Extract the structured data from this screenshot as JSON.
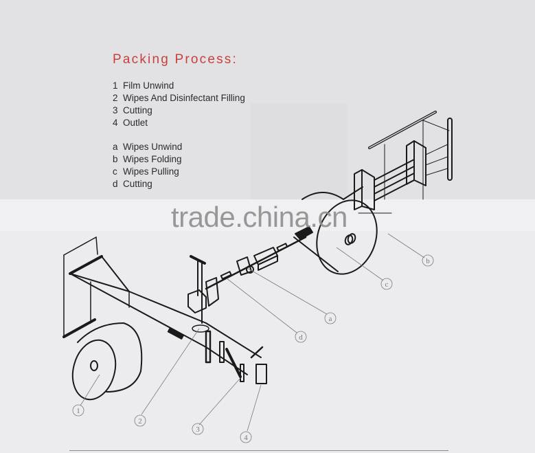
{
  "title": "Packing Process:",
  "process_steps": [
    {
      "key": "1",
      "label": "Film Unwind"
    },
    {
      "key": "2",
      "label": "Wipes And Disinfectant Filling"
    },
    {
      "key": "3",
      "label": "Cutting"
    },
    {
      "key": "4",
      "label": "Outlet"
    }
  ],
  "wipes_steps": [
    {
      "key": "a",
      "label": "Wipes Unwind"
    },
    {
      "key": "b",
      "label": "Wipes Folding"
    },
    {
      "key": "c",
      "label": "Wipes Pulling"
    },
    {
      "key": "d",
      "label": "Cutting"
    }
  ],
  "watermark": "trade.china.cn",
  "callouts": [
    "1",
    "2",
    "3",
    "4",
    "a",
    "b",
    "c",
    "d"
  ],
  "colors": {
    "title": "#c8403e",
    "background": "#e9e9eb",
    "line": "#1a1a1a",
    "leader": "#7a7a7a"
  }
}
